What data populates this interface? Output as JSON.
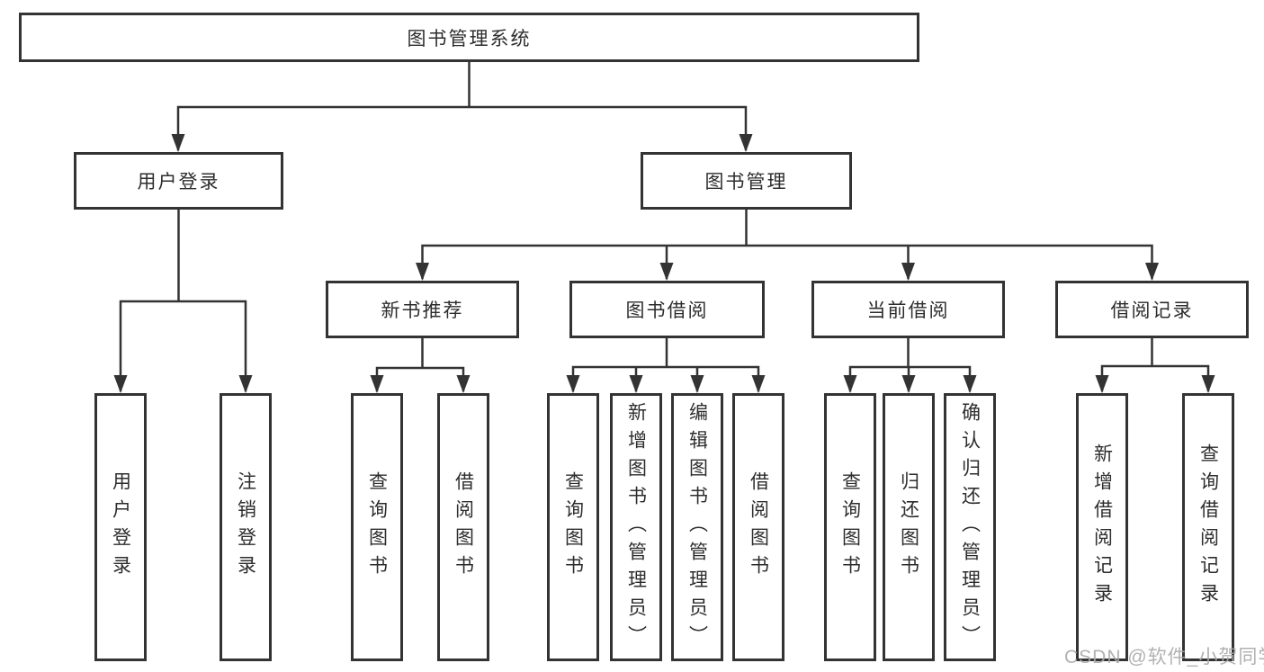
{
  "tree": {
    "root": {
      "label": "图书管理系统",
      "children": [
        {
          "label": "用户登录",
          "children": [
            {
              "label": "用户登录"
            },
            {
              "label": "注销登录"
            }
          ]
        },
        {
          "label": "图书管理",
          "children": [
            {
              "label": "新书推荐",
              "children": [
                {
                  "label": "查询图书"
                },
                {
                  "label": "借阅图书"
                }
              ]
            },
            {
              "label": "图书借阅",
              "children": [
                {
                  "label": "查询图书"
                },
                {
                  "label": "新增图书（管理员）"
                },
                {
                  "label": "编辑图书（管理员）"
                },
                {
                  "label": "借阅图书"
                }
              ]
            },
            {
              "label": "当前借阅",
              "children": [
                {
                  "label": "查询图书"
                },
                {
                  "label": "归还图书"
                },
                {
                  "label": "确认归还（管理员）"
                }
              ]
            },
            {
              "label": "借阅记录",
              "children": [
                {
                  "label": "新增借阅记录"
                },
                {
                  "label": "查询借阅记录"
                }
              ]
            }
          ]
        }
      ]
    }
  },
  "watermark": "CSDN @软件_小贺同学",
  "colors": {
    "line": "#333333",
    "box_border": "#333333",
    "text": "#2d2d2d",
    "watermark": "#ababab",
    "background": "#ffffff"
  }
}
